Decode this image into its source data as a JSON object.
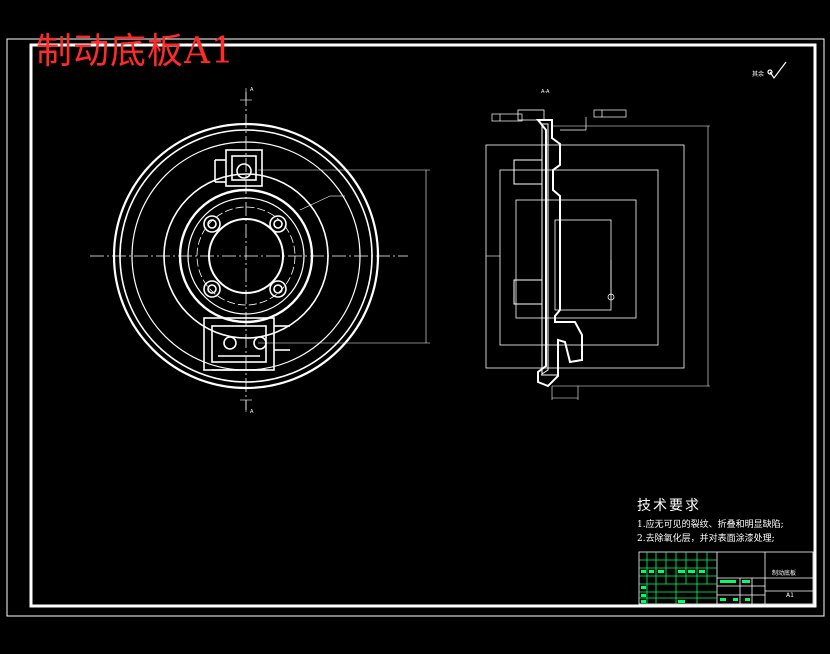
{
  "drawing": {
    "title": "制动底板A1",
    "roughness_symbol_label": "其余",
    "section_label_front": "A",
    "section_label_side": "A-A"
  },
  "tech_requirements": {
    "heading": "技术要求",
    "items": [
      "1.应无可见的裂纹、折叠和明显缺陷;",
      "2.去除氧化层，并对表面涂漆处理;"
    ]
  },
  "title_block": {
    "part_name": "制动底板",
    "material": "A1"
  },
  "colors": {
    "background": "#000000",
    "line": "#ffffff",
    "title_red": "#ff2a2a",
    "grid_green": "#00ff66"
  }
}
